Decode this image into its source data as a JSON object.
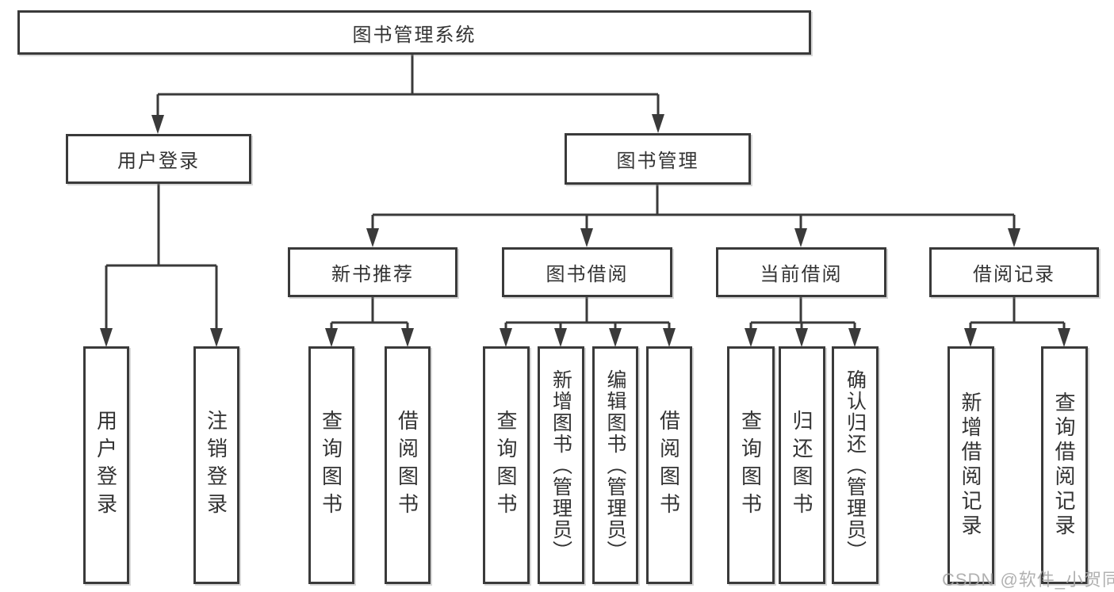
{
  "tree": {
    "root": "图书管理系统",
    "children": [
      {
        "label": "用户登录",
        "children": [
          {
            "label": "用户登录"
          },
          {
            "label": "注销登录"
          }
        ]
      },
      {
        "label": "图书管理",
        "children": [
          {
            "label": "新书推荐",
            "children": [
              {
                "label": "查询图书"
              },
              {
                "label": "借阅图书"
              }
            ]
          },
          {
            "label": "图书借阅",
            "children": [
              {
                "label": "查询图书"
              },
              {
                "label": "新增图书（管理员）"
              },
              {
                "label": "编辑图书（管理员）"
              },
              {
                "label": "借阅图书"
              }
            ]
          },
          {
            "label": "当前借阅",
            "children": [
              {
                "label": "查询图书"
              },
              {
                "label": "归还图书"
              },
              {
                "label": "确认归还（管理员）"
              }
            ]
          },
          {
            "label": "借阅记录",
            "children": [
              {
                "label": "新增借阅记录"
              },
              {
                "label": "查询借阅记录"
              }
            ]
          }
        ]
      }
    ]
  },
  "watermark": {
    "text": "CSDN @软件_小贺同学"
  },
  "colors": {
    "line": "#3a3a3a",
    "box_border": "#3a3a3a",
    "box_fill": "#ffffff",
    "text": "#333333",
    "background": "#ffffff",
    "watermark": "#a8a8a8"
  }
}
